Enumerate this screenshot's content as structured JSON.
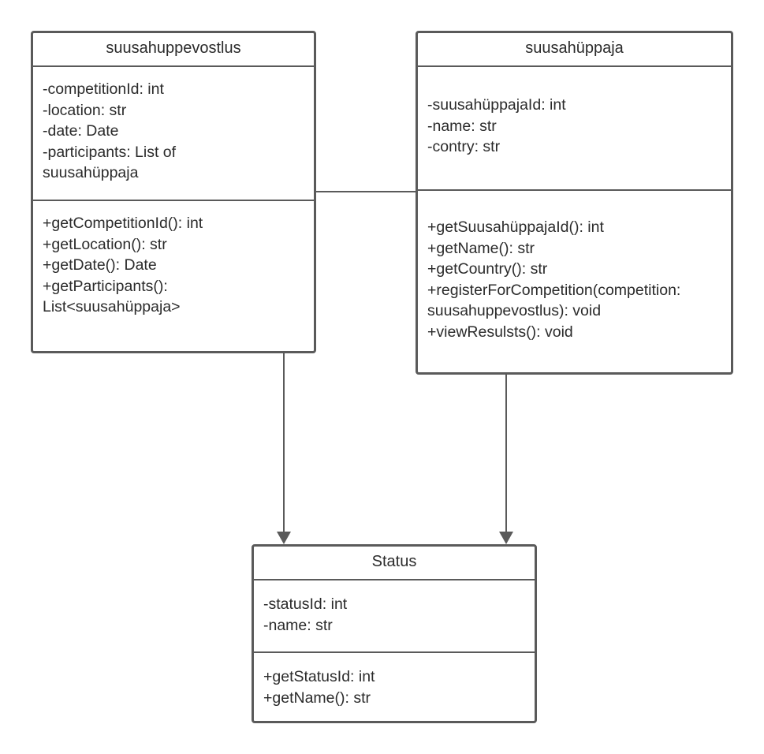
{
  "classes": {
    "competition": {
      "name": "suusahuppevostlus",
      "attributes": [
        "-competitionId: int",
        "-location: str",
        "-date: Date",
        "-participants: List of",
        "suusahüppaja"
      ],
      "methods": [
        "+getCompetitionId(): int",
        "+getLocation(): str",
        "+getDate(): Date",
        "+getParticipants():",
        "List<suusahüppaja>"
      ]
    },
    "jumper": {
      "name": "suusahüppaja",
      "attributes": [
        "-suusahüppajaId: int",
        "-name: str",
        "-contry: str"
      ],
      "methods": [
        "+getSuusahüppajaId(): int",
        "+getName(): str",
        "+getCountry(): str",
        "+registerForCompetition(competition:",
        "suusahuppevostlus): void",
        "+viewResulsts(): void"
      ]
    },
    "status": {
      "name": "Status",
      "attributes": [
        "-statusId: int",
        "-name: str"
      ],
      "methods": [
        "+getStatusId: int",
        "+getName(): str"
      ]
    }
  },
  "colors": {
    "line": "#5a5a5a",
    "text": "#2b2b2b",
    "background": "#ffffff"
  }
}
